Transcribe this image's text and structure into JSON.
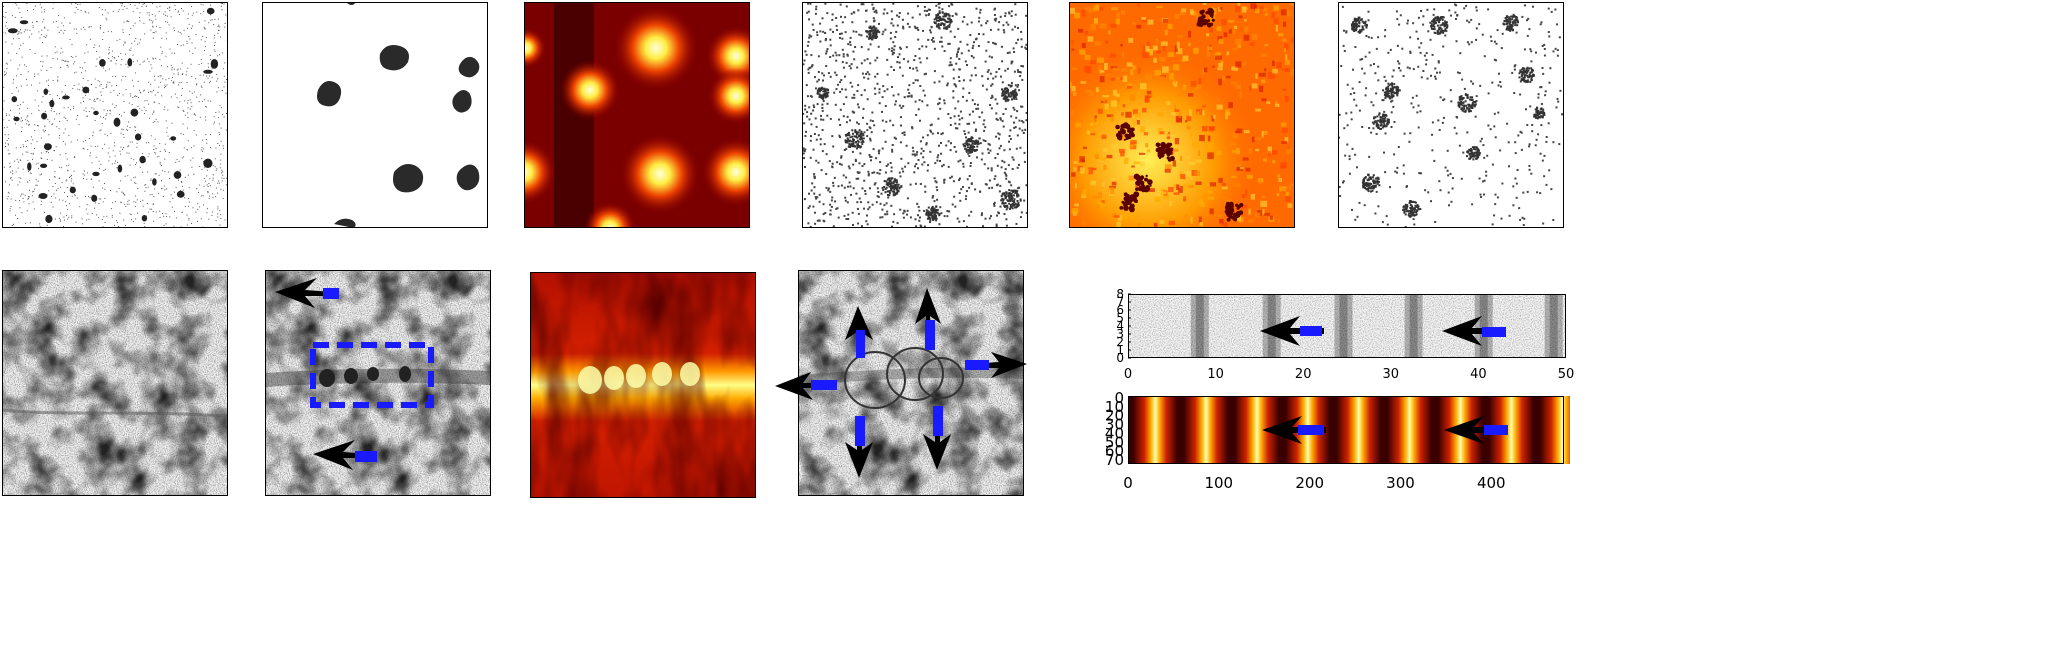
{
  "figure": {
    "top_row": [
      {
        "id": "p1",
        "style": "sparse-dots"
      },
      {
        "id": "p2",
        "style": "blobs"
      },
      {
        "id": "p3",
        "style": "heat-spots"
      },
      {
        "id": "p4",
        "style": "dense-dots"
      },
      {
        "id": "p5",
        "style": "heat-noise"
      },
      {
        "id": "p6",
        "style": "dots-clusters"
      }
    ],
    "bottom_row": [
      {
        "id": "p7",
        "style": "texture"
      },
      {
        "id": "p8",
        "style": "texture-arrows"
      },
      {
        "id": "p9",
        "style": "heat-band"
      },
      {
        "id": "p10",
        "style": "texture-splitting"
      }
    ],
    "strip_top": {
      "yticks": [
        "8",
        "7",
        "6",
        "5",
        "4",
        "3",
        "2",
        "1",
        "0"
      ],
      "xticks": [
        "0",
        "10",
        "20",
        "30",
        "40",
        "50"
      ]
    },
    "strip_bottom": {
      "yticks": [
        "0",
        "10",
        "20",
        "30",
        "40",
        "50",
        "60",
        "70"
      ],
      "xticks": [
        "0",
        "100",
        "200",
        "300",
        "400"
      ]
    },
    "colors": {
      "arrow_blue": "#1a1aff",
      "arrow_black": "#000000",
      "frame": "#000000",
      "heat_dark": "#1a0000",
      "heat_mid": "#cc1100",
      "heat_bright": "#ffff99"
    }
  }
}
